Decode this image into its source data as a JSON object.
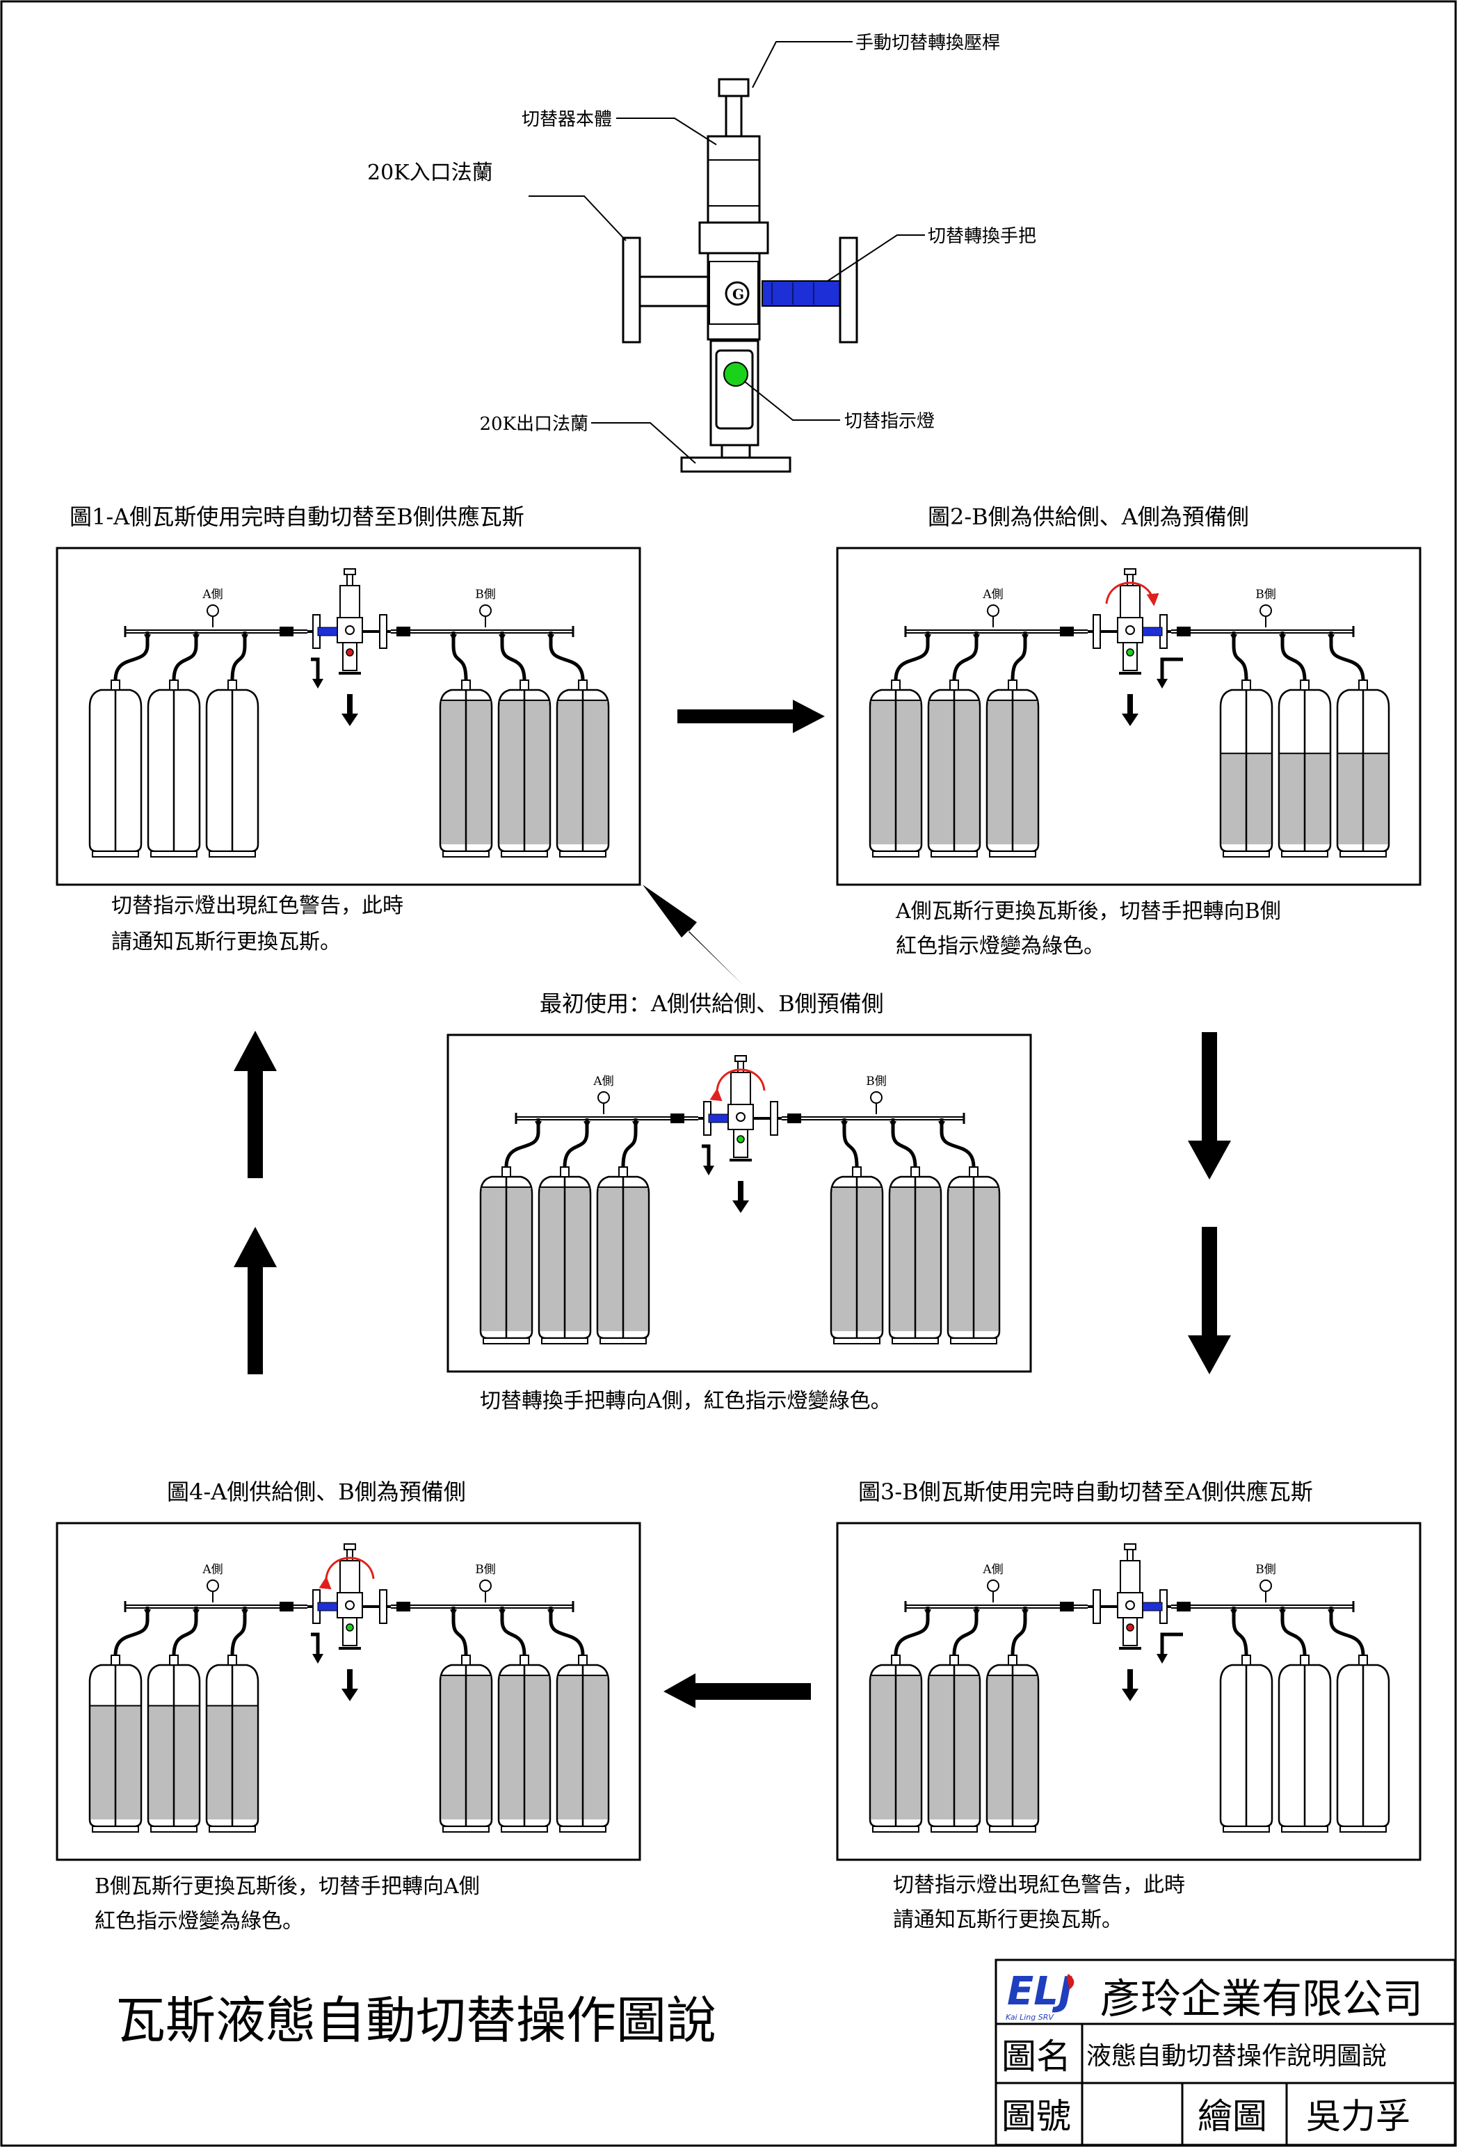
{
  "colors": {
    "line": "#000000",
    "gas": "#bdbdbd",
    "empty": "#ffffff",
    "handle_blue": "#1d2fd6",
    "lamp_green": "#19d219",
    "lamp_red": "#d61a1a",
    "rotate_arrow_red": "#e0201a",
    "logo_blue": "#1f3fbf",
    "logo_red": "#d81818"
  },
  "top_device": {
    "labels": {
      "manual_lever": "手動切替轉換壓桿",
      "body": "切替器本體",
      "inlet_flange": "20K入口法蘭",
      "handle": "切替轉換手把",
      "outlet_flange": "20K出口法蘭",
      "lamp": "切替指示燈"
    },
    "lamp_color": "green"
  },
  "center": {
    "title": "最初使用：A側供給側、B側預備側",
    "caption": "切替轉換手把轉向A側，紅色指示燈變綠色。",
    "side_a_label": "A側",
    "side_b_label": "B側",
    "a_level": 0.95,
    "b_level": 0.95,
    "lamp_color": "green",
    "handle_side": "A",
    "rotate_arrow": true
  },
  "fig1": {
    "title": "圖1-A側瓦斯使用完時自動切替至B側供應瓦斯",
    "caption_lines": [
      "切替指示燈出現紅色警告，此時",
      "請通知瓦斯行更換瓦斯。"
    ],
    "side_a_label": "A側",
    "side_b_label": "B側",
    "a_level": 0.0,
    "b_level": 0.95,
    "lamp_color": "red",
    "handle_side": "A",
    "rotate_arrow": false
  },
  "fig2": {
    "title": "圖2-B側為供給側、A側為預備側",
    "caption_lines": [
      "A側瓦斯行更換瓦斯後，切替手把轉向B側",
      "紅色指示燈變為綠色。"
    ],
    "side_a_label": "A側",
    "side_b_label": "B側",
    "a_level": 0.95,
    "b_level": 0.6,
    "lamp_color": "green",
    "handle_side": "B",
    "rotate_arrow": true
  },
  "fig3": {
    "title": "圖3-B側瓦斯使用完時自動切替至A側供應瓦斯",
    "caption_lines": [
      "切替指示燈出現紅色警告，此時",
      "請通知瓦斯行更換瓦斯。"
    ],
    "side_a_label": "A側",
    "side_b_label": "B側",
    "a_level": 0.95,
    "b_level": 0.0,
    "lamp_color": "red",
    "handle_side": "B",
    "rotate_arrow": false
  },
  "fig4": {
    "title": "圖4-A側供給側、B側為預備側",
    "caption_lines": [
      "B側瓦斯行更換瓦斯後，切替手把轉向A側",
      "紅色指示燈變為綠色。"
    ],
    "side_a_label": "A側",
    "side_b_label": "B側",
    "a_level": 0.75,
    "b_level": 0.95,
    "lamp_color": "green",
    "handle_side": "A",
    "rotate_arrow": true
  },
  "main_title": "瓦斯液態自動切替操作圖說",
  "title_block": {
    "logo_text": "ELJ",
    "logo_tagline": "Kai Ling SRV",
    "company": "彥玲企業有限公司",
    "drawing_name_label": "圖名",
    "drawing_name": "液態自動切替操作說明圖說",
    "drawing_no_label": "圖號",
    "drawing_no": "",
    "drawn_by_label": "繪圖",
    "drawn_by": "吳力孚"
  }
}
